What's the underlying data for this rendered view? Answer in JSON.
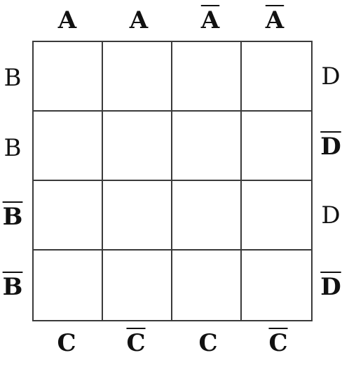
{
  "top_labels": [
    {
      "text": "A",
      "bar": false
    },
    {
      "text": "A",
      "bar": false
    },
    {
      "text": "A",
      "bar": true
    },
    {
      "text": "A",
      "bar": true
    }
  ],
  "left_labels": [
    {
      "text": "B",
      "bar": false
    },
    {
      "text": "B",
      "bar": false
    },
    {
      "text": "B",
      "bar": true
    },
    {
      "text": "B",
      "bar": true
    }
  ],
  "right_labels": [
    {
      "text": "D",
      "bar": false
    },
    {
      "text": "D",
      "bar": true
    },
    {
      "text": "D",
      "bar": false
    },
    {
      "text": "D",
      "bar": true
    }
  ],
  "bottom_labels": [
    {
      "text": "C",
      "bar": false
    },
    {
      "text": "C",
      "bar": true
    },
    {
      "text": "C",
      "bar": false
    },
    {
      "text": "C",
      "bar": true
    }
  ],
  "cells": [
    [
      "",
      "",
      "",
      ""
    ],
    [
      "",
      "",
      "",
      ""
    ],
    [
      "",
      "",
      "",
      ""
    ],
    [
      "",
      "",
      "",
      ""
    ]
  ]
}
